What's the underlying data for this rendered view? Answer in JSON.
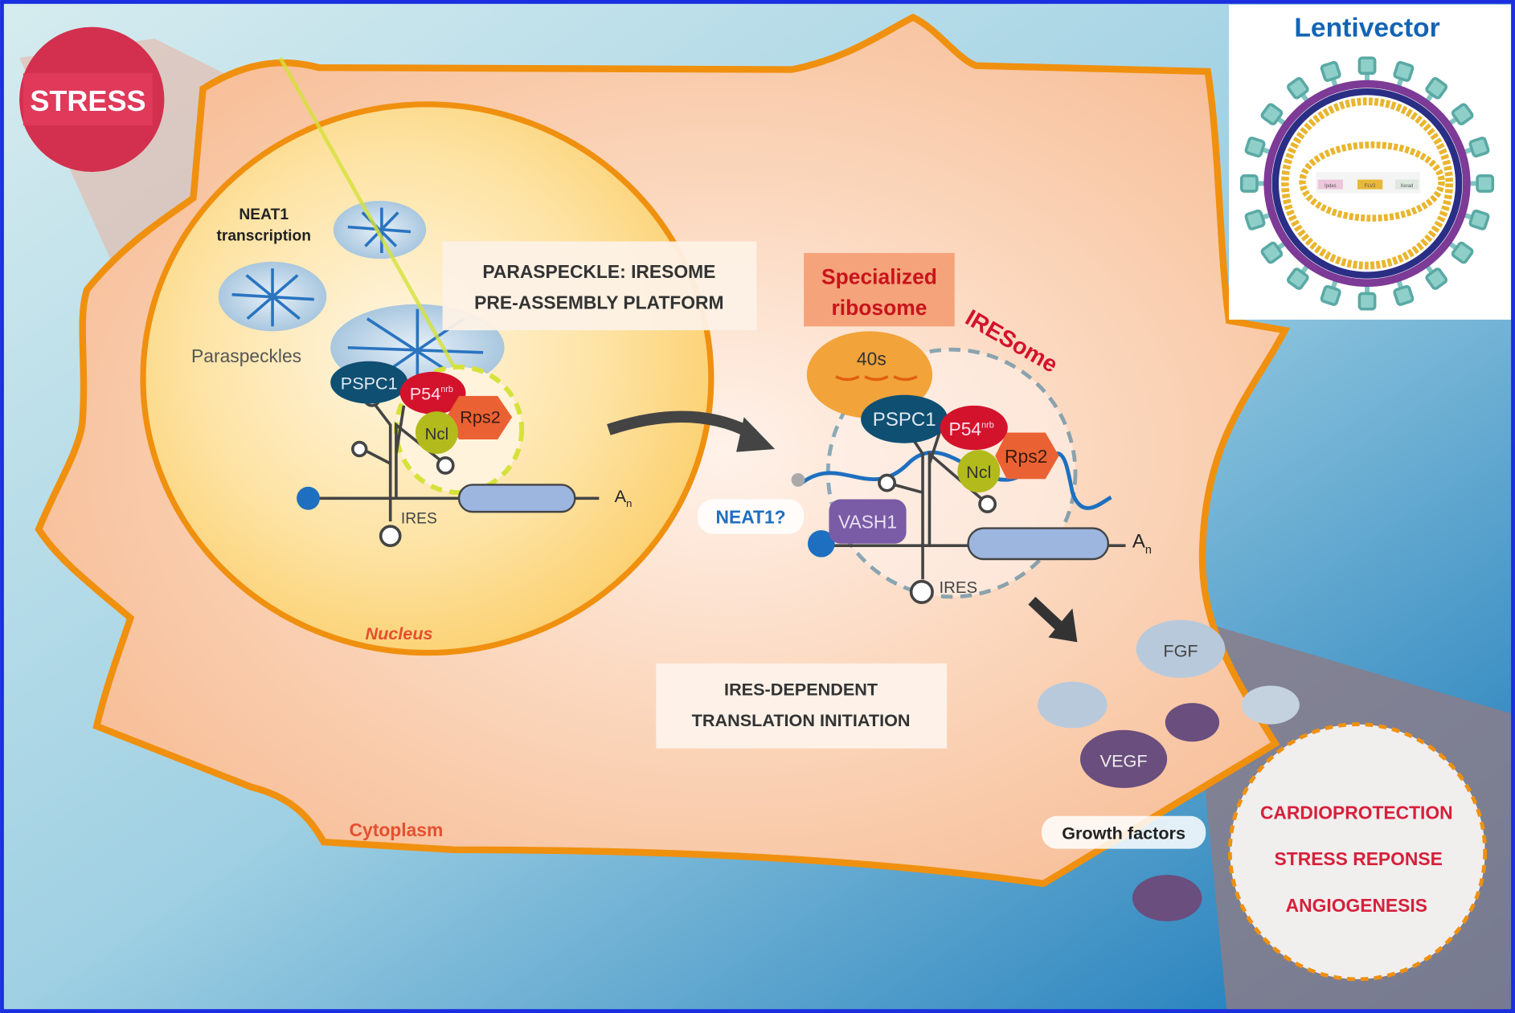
{
  "stress": {
    "label": "STRESS"
  },
  "nucleus": {
    "neat1_line1": "NEAT1",
    "neat1_line2": "transcription",
    "paraspeckles": "Paraspeckles",
    "label": "Nucleus",
    "pspc1": "PSPC1",
    "p54": "P54",
    "p54_sup": "nrb",
    "rps2": "Rps2",
    "ncl": "Ncl",
    "ires": "IRES",
    "polya": "A",
    "polya_sub": "n"
  },
  "boxes": {
    "paraspeckle_line1": "PARASPECKLE: IRESOME",
    "paraspeckle_line2": "PRE-ASSEMBLY PLATFORM",
    "specialized_line1": "Specialized",
    "specialized_line2": "ribosome",
    "ires_dep_line1": "IRES-DEPENDENT",
    "ires_dep_line2": "TRANSLATION INITIATION"
  },
  "cytoplasm": {
    "label": "Cytoplasm",
    "iresome": "IRESome",
    "ribosome_40s": "40s",
    "pspc1": "PSPC1",
    "p54": "P54",
    "p54_sup": "nrb",
    "rps2": "Rps2",
    "ncl": "Ncl",
    "neat1q": "NEAT1?",
    "vash1": "VASH1",
    "ires": "IRES",
    "polya": "A",
    "polya_sub": "n"
  },
  "growth": {
    "fgf": "FGF",
    "vegf": "VEGF",
    "label": "Growth factors"
  },
  "outcomes": [
    "CARDIOPROTECTION",
    "STRESS REPONSE",
    "ANGIOGENESIS"
  ],
  "lentivector": {
    "title": "Lentivector",
    "cassette": [
      "Ipdes",
      "FLV2",
      "Xerad"
    ]
  },
  "colors": {
    "border": "#1a2fe0",
    "cell_fill": "#f9c8a6",
    "cell_outline": "#f0900f",
    "nucleus_fill": "#fcd98a",
    "stress": "#d2304e",
    "pspc1": "#0f4f72",
    "p54": "#d3132b",
    "rps2": "#ea6233",
    "ncl": "#b3bb1c",
    "vash1": "#7a5ba6",
    "outcome_text": "#d5213b",
    "lentivector_title": "#1464b4"
  }
}
